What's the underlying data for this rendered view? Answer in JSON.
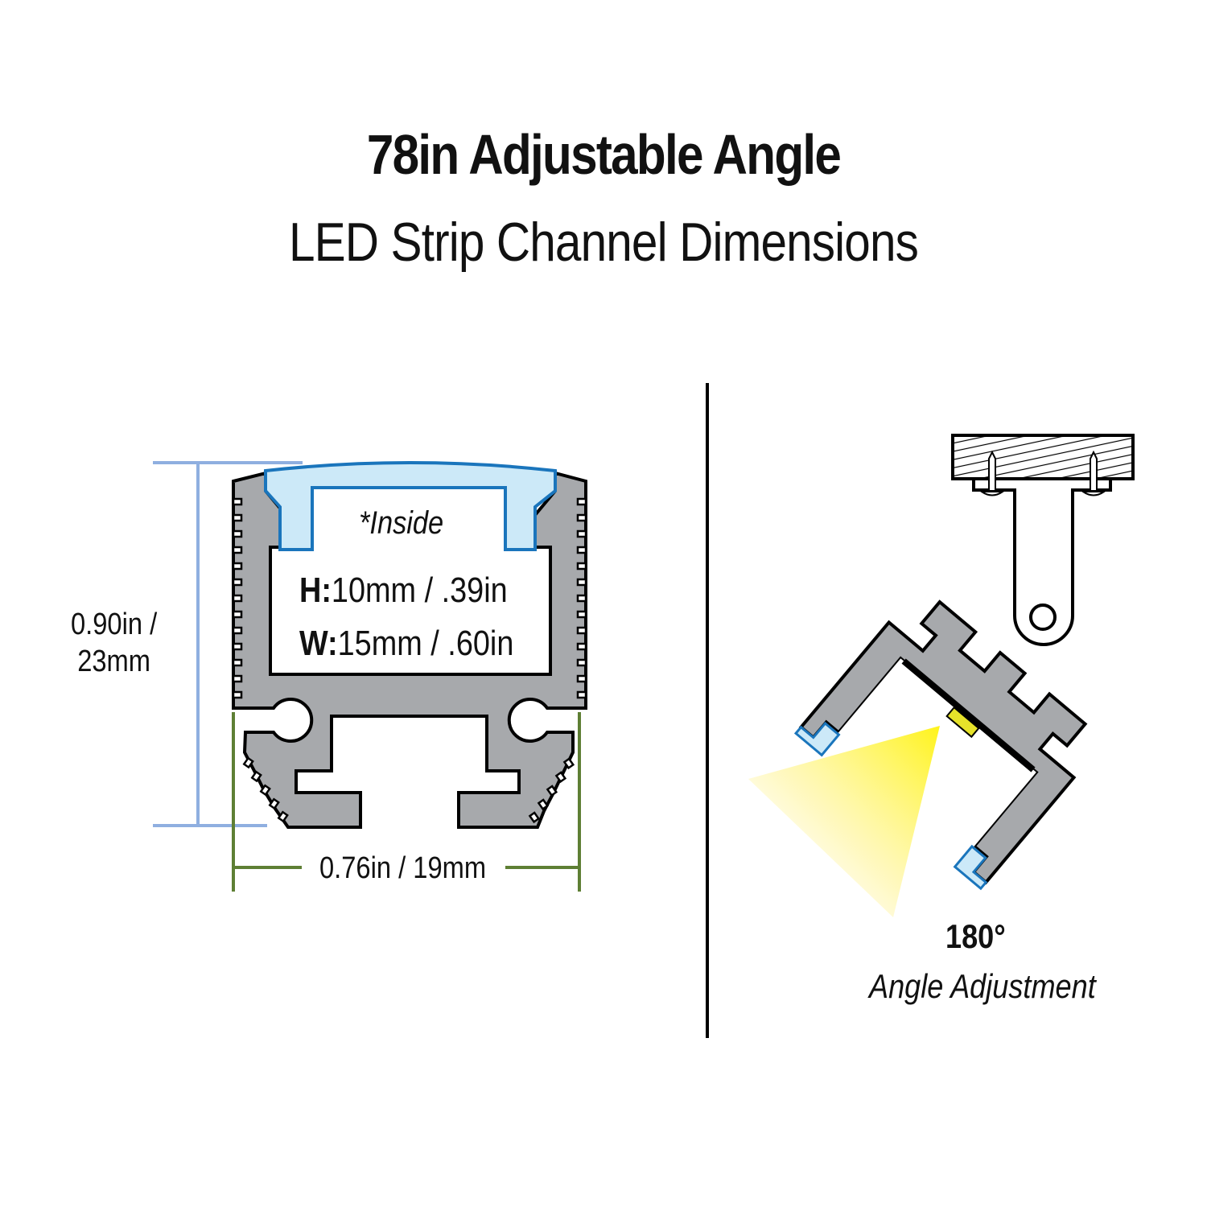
{
  "header": {
    "title": "78in Adjustable Angle",
    "subtitle": "LED Strip Channel Dimensions"
  },
  "profile_diagram": {
    "outer_height_line1": "0.90in /",
    "outer_height_line2": "23mm",
    "outer_width": "0.76in / 19mm",
    "inside_note": "*Inside",
    "inner_height_key": "H:",
    "inner_height_value": "10mm / .39in",
    "inner_width_key": "W:",
    "inner_width_value": "15mm / .60in"
  },
  "angle_diagram": {
    "angle_value": "180°",
    "angle_caption": "Angle Adjustment"
  },
  "colors": {
    "aluminum": "#a7a9ac",
    "outline": "#000000",
    "diffuser_fill": "#cce9f8",
    "diffuser_stroke": "#1a75bc",
    "height_dim_line": "#8fafe0",
    "width_dim_line": "#5e7f34",
    "led_chip": "#e6e22a",
    "light_beam": "#fff200"
  }
}
